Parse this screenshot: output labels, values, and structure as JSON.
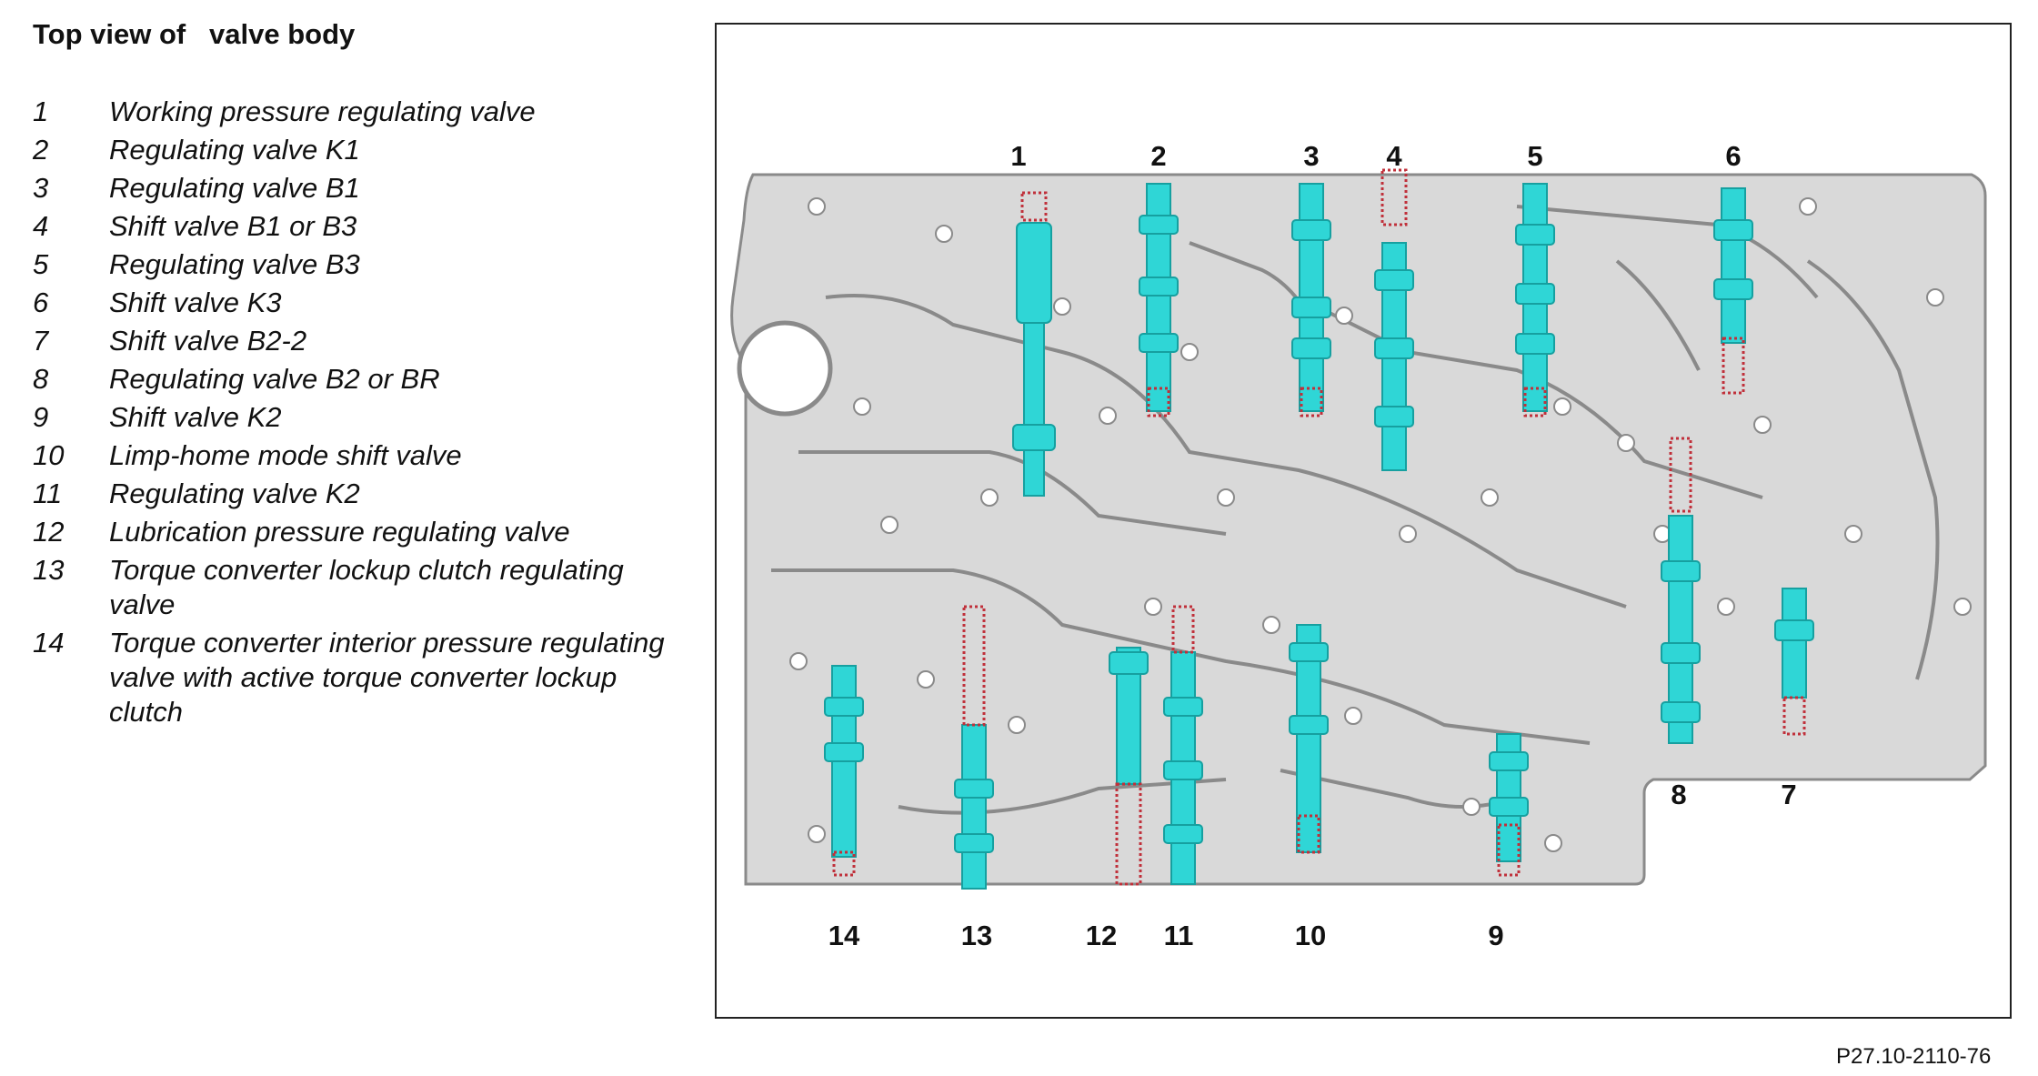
{
  "title": "Top view of   valve body",
  "legend": [
    {
      "num": "1",
      "text": "Working pressure regulating valve"
    },
    {
      "num": "2",
      "text": "Regulating valve K1"
    },
    {
      "num": "3",
      "text": "Regulating valve B1"
    },
    {
      "num": "4",
      "text": "Shift valve B1 or B3"
    },
    {
      "num": "5",
      "text": "Regulating valve B3"
    },
    {
      "num": "6",
      "text": "Shift valve K3"
    },
    {
      "num": "7",
      "text": "Shift valve B2-2"
    },
    {
      "num": "8",
      "text": "Regulating valve B2 or BR"
    },
    {
      "num": "9",
      "text": "Shift valve K2"
    },
    {
      "num": "10",
      "text": "Limp-home mode shift valve"
    },
    {
      "num": "11",
      "text": "Regulating valve K2"
    },
    {
      "num": "12",
      "text": "Lubrication pressure regulating valve"
    },
    {
      "num": "13",
      "text": "Torque converter lockup clutch regulating valve"
    },
    {
      "num": "14",
      "text": "Torque converter interior pressure regulating valve with active torque converter lockup clutch"
    }
  ],
  "callouts": {
    "top": [
      "1",
      "2",
      "3",
      "4",
      "5",
      "6"
    ],
    "bottom": [
      "14",
      "13",
      "12",
      "11",
      "10",
      "9"
    ],
    "right": [
      "8",
      "7"
    ]
  },
  "footer": "P27.10-2110-76",
  "colors": {
    "body": "#d9d9d9",
    "channel": "#8a8a8a",
    "spool": "#2fd6d6",
    "spring": "#c0303a"
  }
}
